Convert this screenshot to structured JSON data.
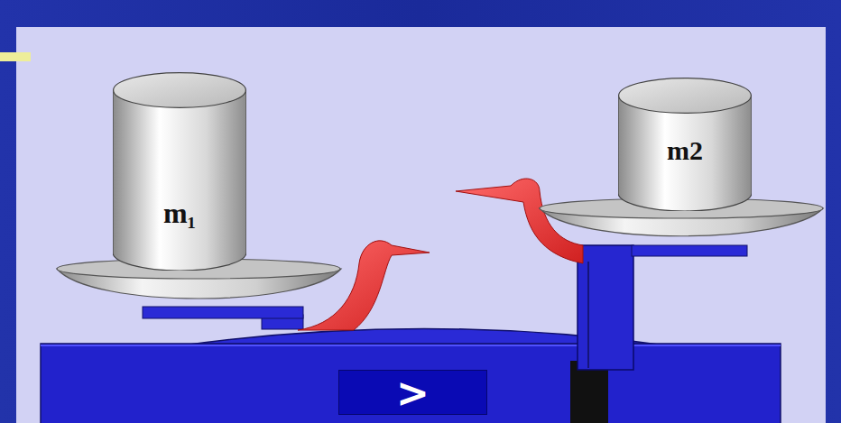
{
  "diagram": {
    "nodes": [
      {
        "text": [
          "m₁"
        ]
      },
      {
        "text": [
          "m2"
        ]
      },
      {
        "text": [
          ">"
        ]
      }
    ]
  }
}
